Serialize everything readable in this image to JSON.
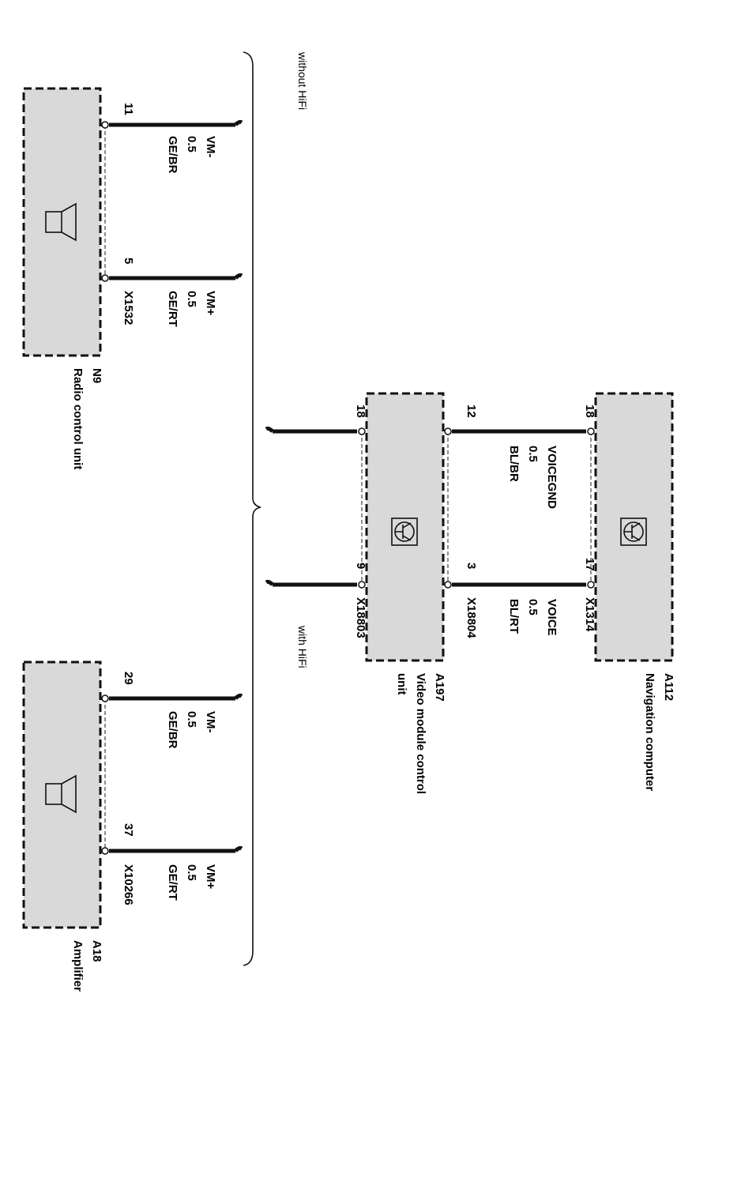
{
  "groups": {
    "without_hifi": "without HiFi",
    "with_hifi": "with HiFi"
  },
  "components": {
    "n9": {
      "id": "N9",
      "name": "Radio control unit",
      "connector": "X1532",
      "pins": [
        {
          "pin": "11",
          "signal": "VM-",
          "size": "0.5",
          "color": "GE/BR"
        },
        {
          "pin": "5",
          "signal": "VM+",
          "size": "0.5",
          "color": "GE/RT"
        }
      ]
    },
    "a18": {
      "id": "A18",
      "name": "Amplifier",
      "connector": "X10266",
      "pins": [
        {
          "pin": "29",
          "signal": "VM-",
          "size": "0.5",
          "color": "GE/BR"
        },
        {
          "pin": "37",
          "signal": "VM+",
          "size": "0.5",
          "color": "GE/RT"
        }
      ]
    },
    "a197": {
      "id": "A197",
      "name_line1": "Video module control",
      "name_line2": "unit",
      "connector_in": "X18803",
      "connector_out": "X18804",
      "pins_in": [
        "18",
        "9"
      ],
      "pins_out": [
        "12",
        "3"
      ]
    },
    "a112": {
      "id": "A112",
      "name": "Navigation computer",
      "connector": "X1314",
      "pins": [
        "18",
        "17"
      ]
    }
  },
  "wires_nav": [
    {
      "signal": "VOICEGND",
      "size": "0.5",
      "color": "BL/BR"
    },
    {
      "signal": "VOICE",
      "size": "0.5",
      "color": "BL/RT"
    }
  ]
}
